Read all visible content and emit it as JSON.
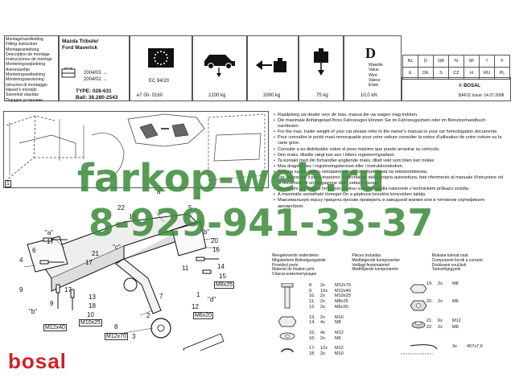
{
  "header": {
    "languages": [
      "Montagehandleiding",
      "Fitting instruction",
      "Montageanleitung",
      "Description de montage",
      "Instrucciones de montaje",
      "Monteringsvejledning",
      "Asennusohje",
      "Monteringsveiledning",
      "Monteringsanvisning",
      "Istruzioni di montaggio",
      "Návod k montáži",
      "Szerelési utasítás",
      "Порядок установки"
    ],
    "vehicle": [
      "Mazda Tribute/",
      "Ford Maverick"
    ],
    "years": [
      "2004/03 →",
      "2004/02 →"
    ],
    "type_label": "TYPE: 028-631",
    "ball_label": "Ball: 38.280-2543",
    "ec": "EC 94/20",
    "approval": "e7   00- 0160",
    "towing": "2100 kg",
    "trailer": "2000 kg",
    "vertical": "75 kg",
    "d_letter": "D",
    "d_words": [
      "Waarde",
      "Value",
      "Wert",
      "Valeur",
      "Ertek"
    ],
    "d_value": "10,0 kN",
    "codes": [
      [
        "NL",
        "D",
        "GB",
        "N",
        "SF",
        "I",
        "F"
      ],
      [
        "E",
        "DK",
        "S",
        "CZ",
        "H",
        "RU",
        "PL"
      ]
    ],
    "brand_small": "© BOSAL",
    "issue": "BAF31  Issue: 14.07.2008"
  },
  "instructions": [
    "Raadpleeg uw dealer voor de max. massa die uw wagen mag trekken.",
    "Die maximale Anhängelast Ihres Fahrzeuges können Sie im Fahrzeugschein oder im Benutzerhandbuch nachlesen.",
    "For the max. trailer weight of your car please refer to the owner's manual or your car homologation documents.",
    "Pour connaître le poids maxi remorquable pour votre voiture consulter la notice d'utilisation de votre voiture ou la carte grise.",
    "Consulte a su distribuidor sobre el peso máximo que puede arrastrar su vehículo.",
    "Den maks. tilladte vægt kan ses i bilens registreringsattest.",
    "Ta kontakt med din forhandler angående maks. tillatt vekt som bilen kan trekke.",
    "Max dragvikt ses i registreringsbeviset eller i instruktionsboken.",
    "Tarkista suurin sallittu vetopaino ajoneuvon ohjekirjasta tai rekisteriotteesta.",
    "Per conoscere il peso massimo rimorchiabile dalla propria autovettura, fare riferimento al manuale d'istruzione od ai documenti di omologazione della vettura stessa.",
    "Maximální přípustnou hmotnost přívěsu vašeho vozidla naleznete v technickém průkazu vozidla.",
    "A maximális vontatható tömeget Ön a gépkocsi kezelési könyvében találja.",
    "Максимальную массу прицепа просим проверить в заводской книжке или в титовном сертификате автомобиля."
  ],
  "parts_header": [
    [
      "Meegeleverde onderdelen",
      "Pièces incluidas",
      "Mukana tulevat osat"
    ],
    [
      "Mitgelieferte Befestigungsteile",
      "Medfølgende komponenter",
      "Componenti forniti a corredo"
    ],
    [
      "Provided parts",
      "Vedlagt festemateriel",
      "Dodávané součásti"
    ],
    [
      "Material de fixation joint",
      "Medföljande komponenter",
      "Tartozékjegyzék"
    ],
    [
      "Список комплектующих",
      "",
      ""
    ]
  ],
  "parts": [
    {
      "no": "8.",
      "qty": "2x",
      "size": "M12x70"
    },
    {
      "no": "9.",
      "qty": "10x",
      "size": "M12x40"
    },
    {
      "no": "10.",
      "qty": "2x",
      "size": "M10x25"
    },
    {
      "no": "11.",
      "qty": "2x",
      "size": "M8x25"
    },
    {
      "no": "12.",
      "qty": "2x",
      "size": "M6x20"
    },
    {
      "no": "13.",
      "qty": "2x",
      "size": "M10"
    },
    {
      "no": "14.",
      "qty": "4x",
      "size": "M8"
    },
    {
      "no": "15.",
      "qty": "4x",
      "size": "M12"
    },
    {
      "no": "16.",
      "qty": "2x",
      "size": "M6"
    },
    {
      "no": "17.",
      "qty": "12x",
      "size": "M12"
    },
    {
      "no": "18.",
      "qty": "2x",
      "size": "M10"
    }
  ],
  "parts_right": [
    {
      "no": "19.",
      "qty": "2x",
      "size": "M8"
    },
    {
      "no": "20.",
      "qty": "2x",
      "size": "M6"
    },
    {
      "no": "21.",
      "qty": "6x",
      "size": "M12"
    },
    {
      "no": "22.",
      "qty": "2x",
      "size": "M8"
    },
    {
      "no": "",
      "qty": "3x",
      "size": "457x7,6"
    }
  ],
  "diagram_labels": [
    "\"a\"",
    "\"a\"",
    "\"b\"",
    "\"b\"",
    "\"c\"",
    "\"d\"",
    "1",
    "2",
    "3",
    "4",
    "5",
    "6",
    "7",
    "8",
    "9",
    "9",
    "10",
    "11",
    "12",
    "13",
    "14",
    "15",
    "16",
    "17",
    "17",
    "17",
    "18",
    "19",
    "20",
    "21",
    "22",
    "M12x40",
    "M10x25",
    "M12x70",
    "M8x25",
    "M6x20"
  ],
  "panel_number": "1",
  "brand": "bosal",
  "watermark": {
    "line1": "farkop-web.ru",
    "line2": "8-929-941-33-37"
  }
}
